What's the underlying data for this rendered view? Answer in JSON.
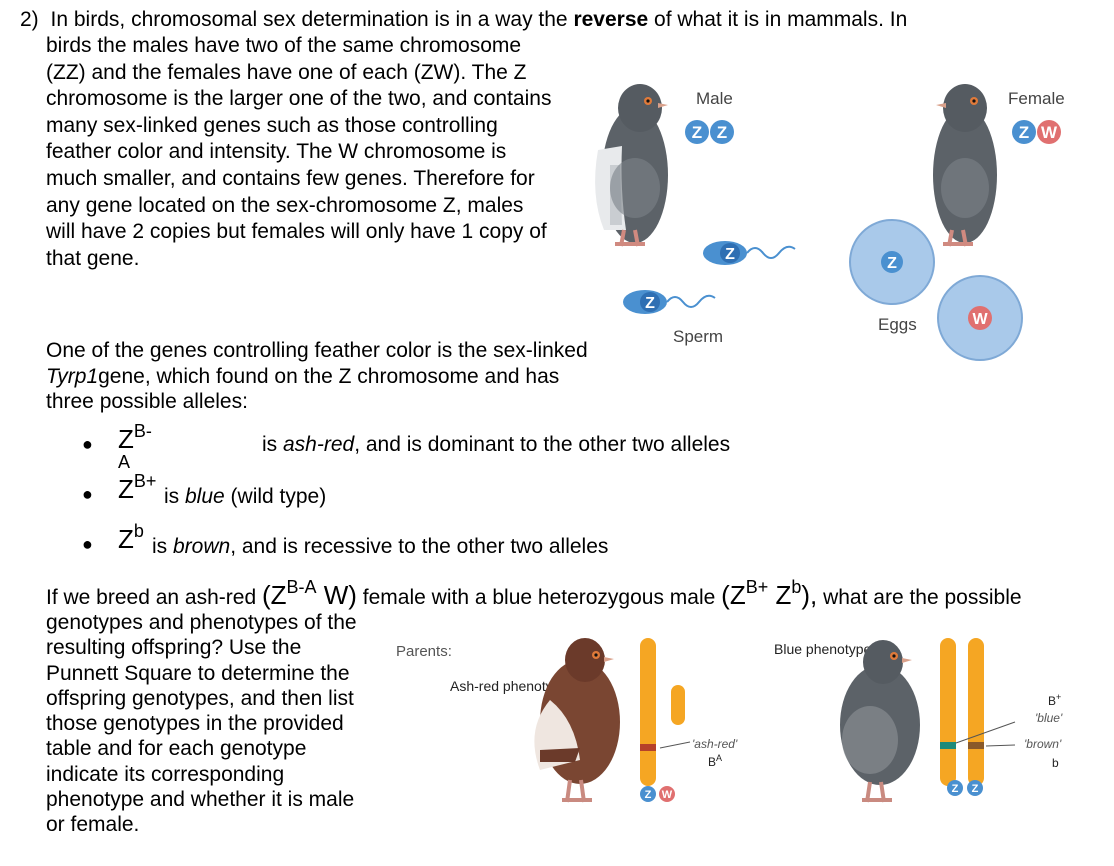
{
  "question": {
    "number": "2)",
    "line1_pre": "In birds, chromosomal sex determination is in a way the ",
    "line1_bold": "reverse",
    "line1_post": " of what it is in mammals.  In",
    "continuation": "birds the males have two of the same chromosome (ZZ) and the females have one of each (ZW).  The Z chromosome is the larger one of the two, and contains many sex-linked genes such as those controlling feather color and intensity.  The W chromosome is much smaller, and contains few genes.  Therefore for any gene located on the sex-chromosome Z, males will have 2 copies but females will only have 1 copy of that gene."
  },
  "gene_paragraph": {
    "pre": "One of the genes controlling feather color is the sex-linked ",
    "gene": "Tyrp1",
    "post": "gene, which found on the Z chromosome and has three possible alleles:"
  },
  "alleles": [
    {
      "base": "Z",
      "sup": "B-A",
      "pre": "is ",
      "name": "ash-red",
      "post": ", and is dominant to the other two alleles"
    },
    {
      "base": "Z",
      "sup": "B+",
      "pre": "is ",
      "name": "blue",
      "post": " (wild type)"
    },
    {
      "base": "Z",
      "sup": "b",
      "pre": "is ",
      "name": "brown",
      "post": ", and is recessive to the other two alleles"
    }
  ],
  "cross": {
    "pre": "If we breed an ash-red ",
    "female_geno_base": "(Z",
    "female_geno_sup": "B-A",
    "female_geno_end": " W)",
    "mid": " female with a blue heterozygous male ",
    "male_geno_base": "(Z",
    "male_geno_sup": "B+",
    "male_geno_mid": " Z",
    "male_geno_sup2": "b",
    "male_geno_end": "),",
    "post": " what are the possible",
    "continuation": "genotypes and phenotypes of the resulting offspring?  Use the Punnett Square to determine the offspring genotypes, and then list those genotypes in the provided table and for each genotype indicate its corresponding phenotype and whether it is male or female."
  },
  "top_figure": {
    "male_label": "Male",
    "female_label": "Female",
    "male_chromosomes": [
      "Z",
      "Z"
    ],
    "female_chromosomes": [
      "Z",
      "W"
    ],
    "sperm_label": "Sperm",
    "sperm_chromosomes": [
      "Z",
      "Z"
    ],
    "eggs_label": "Eggs",
    "egg_chromosomes": [
      "Z",
      "W"
    ],
    "colors": {
      "z_blue": "#4a90d0",
      "w_red": "#e07070",
      "egg_fill": "#a9c9ea"
    }
  },
  "bottom_figure": {
    "parents_label": "Parents:",
    "ash_red_label": "Ash-red phenotype",
    "blue_label": "Blue phenotype",
    "ash_red_allele_label": "'ash-red'",
    "ash_red_allele_symbol": "B",
    "ash_red_allele_sup": "A",
    "b_plus_symbol": "B",
    "b_plus_sup": "+",
    "blue_allele_label": "'blue'",
    "brown_allele_label": "'brown'",
    "brown_symbol": "b",
    "female_chromosomes": [
      "Z",
      "W"
    ],
    "male_chromosomes": [
      "Z",
      "Z"
    ],
    "colors": {
      "chromosome": "#f5a623",
      "band_red": "#b5412a",
      "band_teal": "#1f8a7a",
      "band_brown": "#8a5a2a"
    }
  }
}
